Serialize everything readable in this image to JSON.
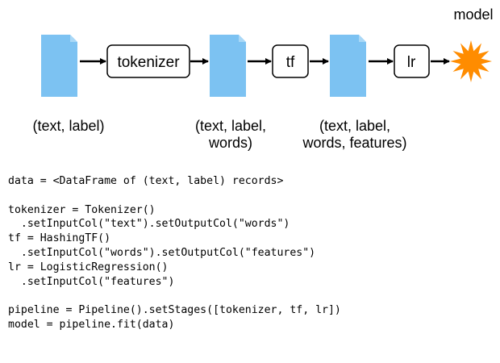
{
  "pipeline": {
    "model_label": "model",
    "stages": [
      {
        "label": "tokenizer"
      },
      {
        "label": "tf"
      },
      {
        "label": "lr"
      }
    ],
    "captions": [
      [
        "(text, label)"
      ],
      [
        "(text, label,",
        "words)"
      ],
      [
        "(text, label,",
        "words, features)"
      ]
    ],
    "colors": {
      "document": "#7cc2f2",
      "burst": "#ff8c00",
      "stroke": "#000000"
    },
    "icons": [
      "document-icon",
      "arrow-icon",
      "burst-icon"
    ]
  },
  "code": {
    "lines": [
      "data = <DataFrame of (text, label) records>",
      "",
      "tokenizer = Tokenizer()",
      "  .setInputCol(\"text\").setOutputCol(\"words\")",
      "tf = HashingTF()",
      "  .setInputCol(\"words\").setOutputCol(\"features\")",
      "lr = LogisticRegression()",
      "  .setInputCol(\"features\")",
      "",
      "pipeline = Pipeline().setStages([tokenizer, tf, lr])",
      "model = pipeline.fit(data)"
    ]
  }
}
